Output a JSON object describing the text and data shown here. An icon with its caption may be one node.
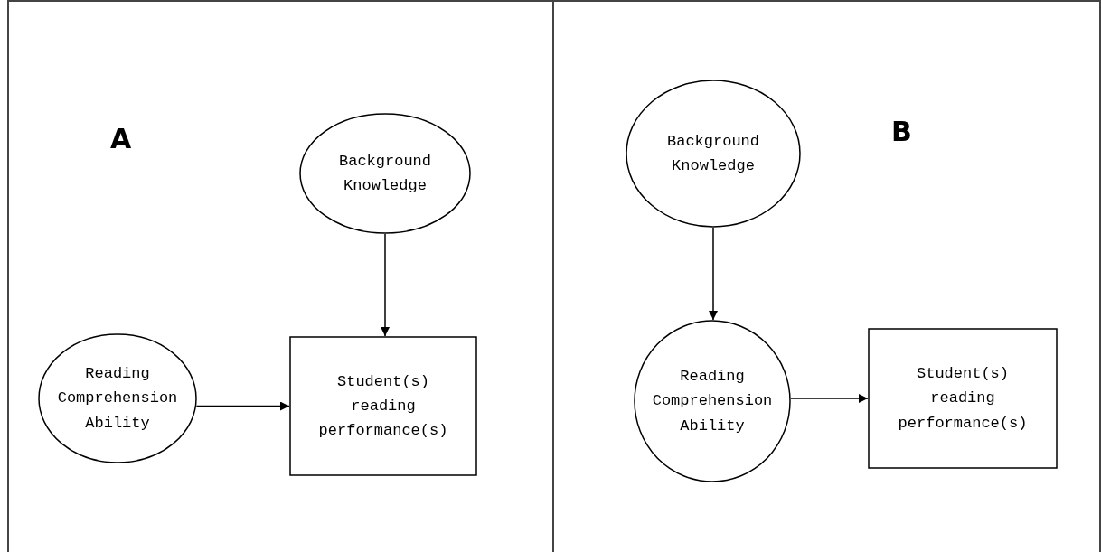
{
  "diagram": {
    "nodes": [
      {
        "text": [
          "A"
        ]
      },
      {
        "text": [
          "Background Knowledge"
        ],
        "in": 0
      },
      {
        "text": [
          "Reading Comprehension Ability"
        ],
        "in": 0
      },
      {
        "text": [
          "Student(s) reading performance(s)"
        ],
        "in": 0
      },
      {
        "text": [
          "B"
        ]
      },
      {
        "text": [
          "Background Knowledge"
        ],
        "in": 4
      },
      {
        "text": [
          "Reading Comprehension Ability"
        ],
        "in": 4
      },
      {
        "text": [
          "Student(s) reading performance(s)"
        ],
        "in": 4
      }
    ],
    "edges": [
      {
        "from": 1,
        "to": 3,
        "arrow": "to"
      },
      {
        "from": 2,
        "to": 3,
        "arrow": "to"
      },
      {
        "from": 5,
        "to": 6,
        "arrow": "to"
      },
      {
        "from": 6,
        "to": 7,
        "arrow": "to"
      }
    ]
  }
}
